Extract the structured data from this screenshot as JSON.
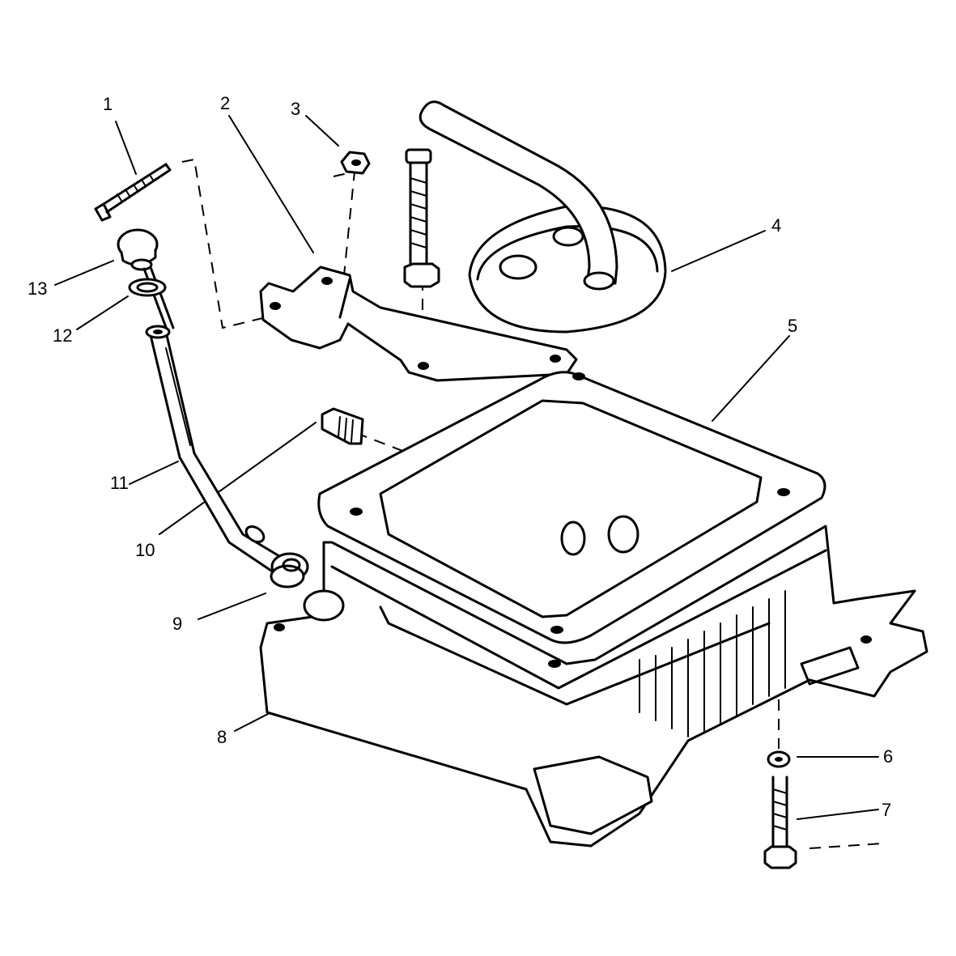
{
  "figure": {
    "callouts": [
      {
        "id": "callout-1",
        "label": "1"
      },
      {
        "id": "callout-2",
        "label": "2"
      },
      {
        "id": "callout-3",
        "label": "3"
      },
      {
        "id": "callout-4",
        "label": "4"
      },
      {
        "id": "callout-5",
        "label": "5"
      },
      {
        "id": "callout-6",
        "label": "6"
      },
      {
        "id": "callout-7",
        "label": "7"
      },
      {
        "id": "callout-8",
        "label": "8"
      },
      {
        "id": "callout-9",
        "label": "9"
      },
      {
        "id": "callout-10",
        "label": "10"
      },
      {
        "id": "callout-11",
        "label": "11"
      },
      {
        "id": "callout-12",
        "label": "12"
      },
      {
        "id": "callout-13",
        "label": "13"
      }
    ],
    "colors": {
      "ink": "#000000",
      "paper": "#ffffff"
    }
  }
}
